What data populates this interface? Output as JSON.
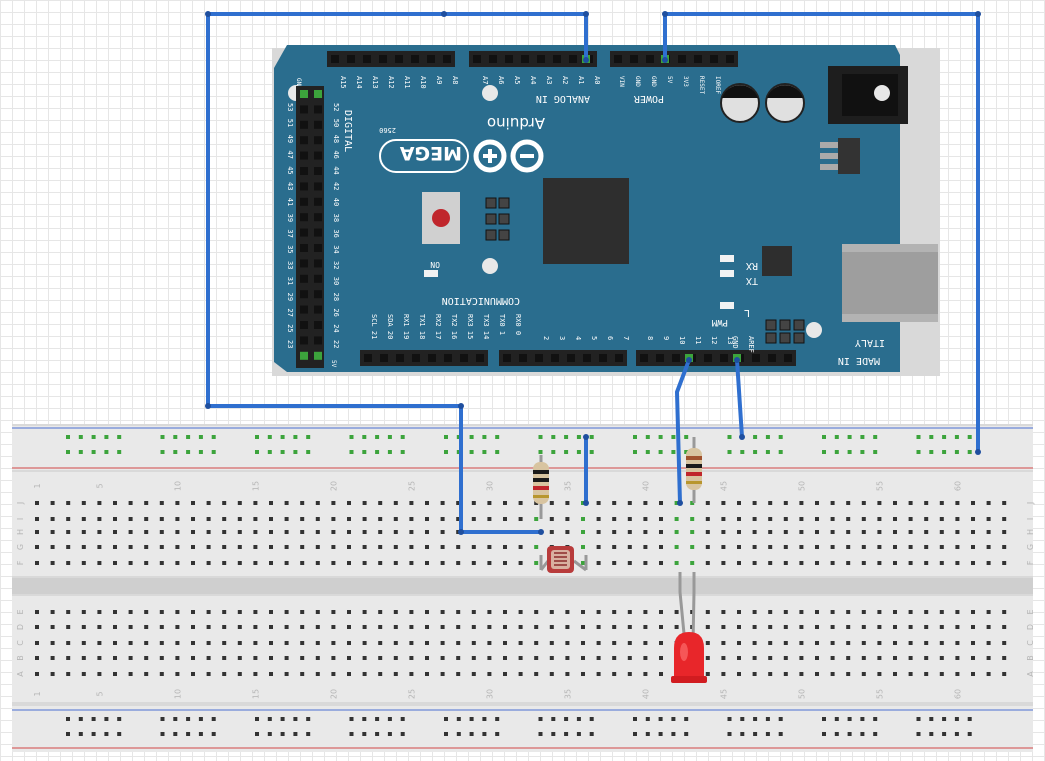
{
  "board": {
    "brand": "Arduino",
    "model": "MEGA",
    "model_sub": "2560",
    "made_in": "MADE IN",
    "country": "ITALY",
    "section_digital": "DIGITAL",
    "section_analog": "ANALOG IN",
    "section_power": "POWER",
    "section_comm": "COMMUNICATION",
    "section_pwm": "PWM",
    "led_on": "ON",
    "led_l": "L",
    "led_rx": "RX",
    "led_tx": "TX",
    "pin_gnd_top": "GND",
    "pin_5v_bottom": "5V",
    "analog_pins": [
      "A15",
      "A14",
      "A13",
      "A12",
      "A11",
      "A10",
      "A9",
      "A8",
      "A7",
      "A6",
      "A5",
      "A4",
      "A3",
      "A2",
      "A1",
      "A0"
    ],
    "power_pins": [
      "VIN",
      "GND",
      "GND",
      "5V",
      "3V3",
      "RESET",
      "IOREF"
    ],
    "comm_pins": [
      "SCL 21",
      "SDA 20",
      "RX1 19",
      "TX1 18",
      "RX2 17",
      "TX2 16",
      "RX3 15",
      "TX3 14",
      "TX0 1",
      "RX0 0"
    ],
    "pwm_pins": [
      "2",
      "3",
      "4",
      "5",
      "6",
      "7",
      "8",
      "9",
      "10",
      "11",
      "12",
      "13",
      "GND",
      "AREF"
    ],
    "digital_left": [
      "53",
      "51",
      "49",
      "47",
      "45",
      "43",
      "41",
      "39",
      "37",
      "35",
      "33",
      "31",
      "29",
      "27",
      "25",
      "23"
    ],
    "digital_right": [
      "52",
      "50",
      "48",
      "46",
      "44",
      "42",
      "40",
      "38",
      "36",
      "34",
      "32",
      "30",
      "28",
      "26",
      "24",
      "22"
    ]
  },
  "breadboard": {
    "col_numbers": [
      "1",
      "5",
      "10",
      "15",
      "20",
      "25",
      "30",
      "35",
      "40",
      "45",
      "50",
      "55",
      "60"
    ],
    "rows_top": [
      "J",
      "I",
      "H",
      "G",
      "F"
    ],
    "rows_bottom": [
      "E",
      "D",
      "C",
      "B",
      "A"
    ]
  },
  "colors": {
    "arduino_teal": "#2a6d8e",
    "wire_blue": "#2f6fcf",
    "rail_red": "#d14848",
    "rail_blue": "#4b6fd1",
    "led_red": "#e8262a"
  }
}
